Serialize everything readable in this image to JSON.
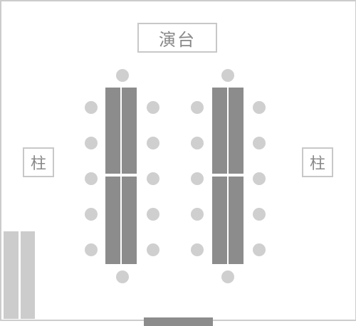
{
  "stage": {
    "label": "演台"
  },
  "pillars": [
    {
      "label": "柱"
    },
    {
      "label": "柱"
    }
  ],
  "colors": {
    "wall": "#cccccc",
    "table": "#8c8c8c",
    "chair": "#cfcfcf",
    "text": "#888888",
    "shelf": "#cccccc",
    "door": "#8c8c8c"
  }
}
